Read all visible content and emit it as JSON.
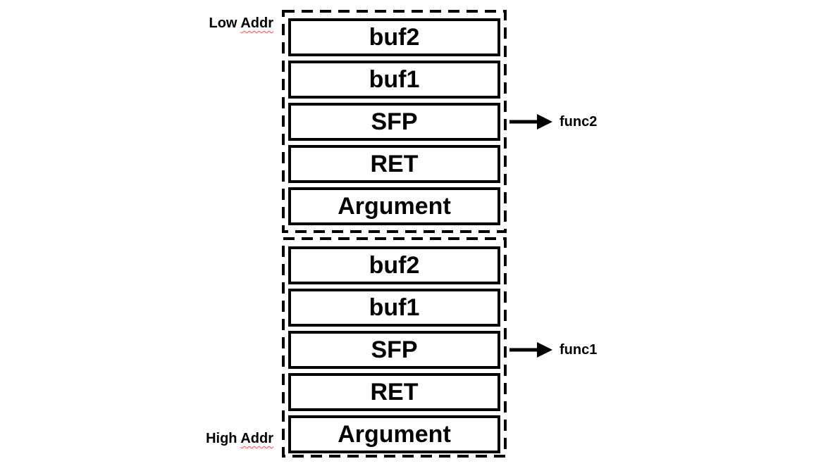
{
  "diagram": {
    "low_label": {
      "prefix": "Low",
      "word": "Addr"
    },
    "high_label": {
      "prefix": "High",
      "word": "Addr"
    },
    "frames": [
      {
        "pointer": "func2",
        "rows": [
          "buf2",
          "buf1",
          "SFP",
          "RET",
          "Argument"
        ]
      },
      {
        "pointer": "func1",
        "rows": [
          "buf2",
          "buf1",
          "SFP",
          "RET",
          "Argument"
        ]
      }
    ],
    "colors": {
      "ink": "#000000",
      "background": "#ffffff",
      "spellcheck_underline": "#ff4a42"
    }
  }
}
